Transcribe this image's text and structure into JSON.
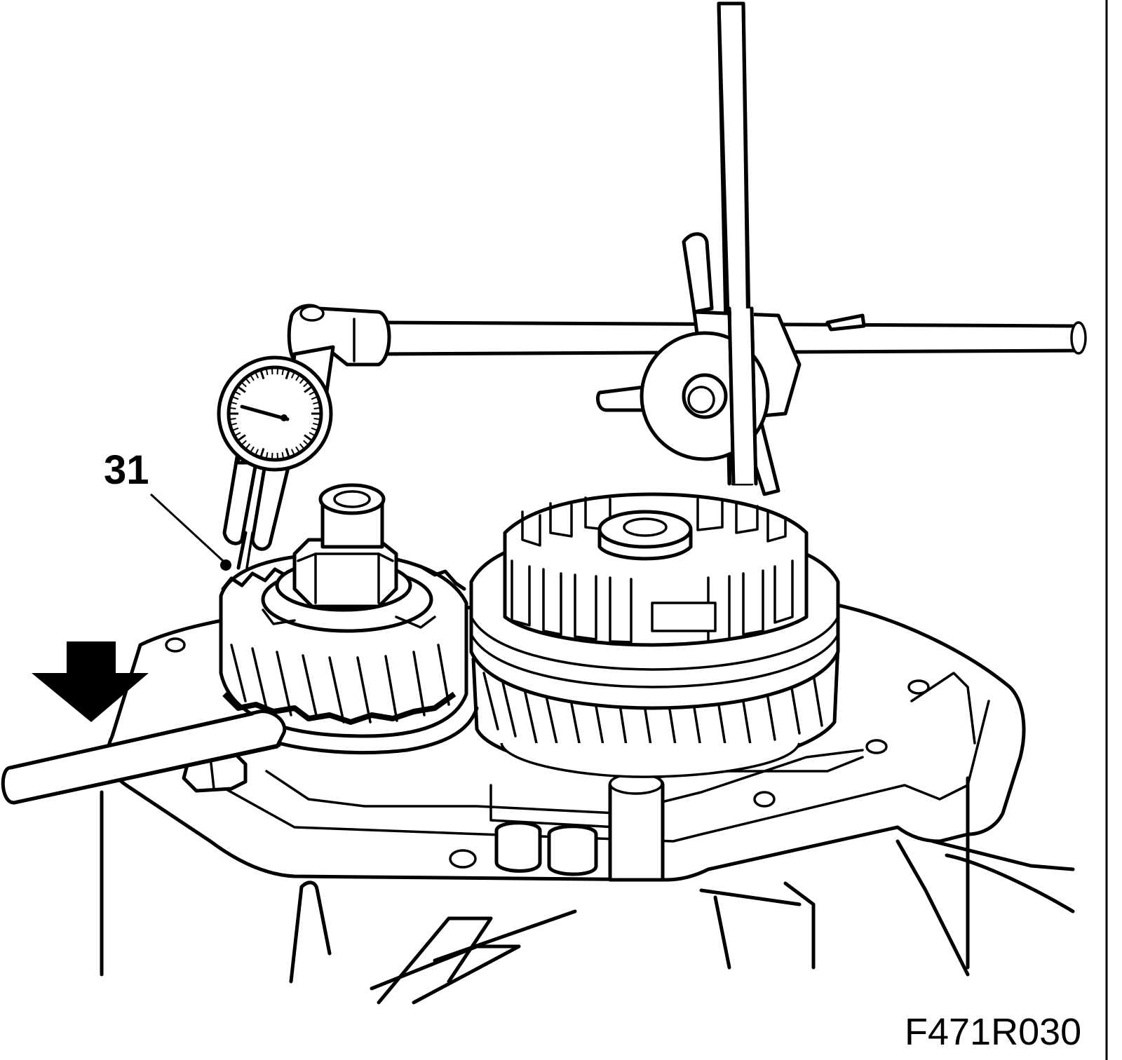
{
  "figure": {
    "callout_label": "31",
    "figure_code": "F471R030",
    "colors": {
      "ink": "#000000",
      "paper": "#ffffff"
    },
    "parts": {
      "indicator_stand": "magnetic-stand-with-rods",
      "dial_gauge": "dial-indicator",
      "gear_small": "helical-gear-31",
      "gear_large": "synchronizer-gear-assembly",
      "housing": "gearbox-housing",
      "lever": "pry-lever",
      "arrow": "down-arrow"
    }
  }
}
